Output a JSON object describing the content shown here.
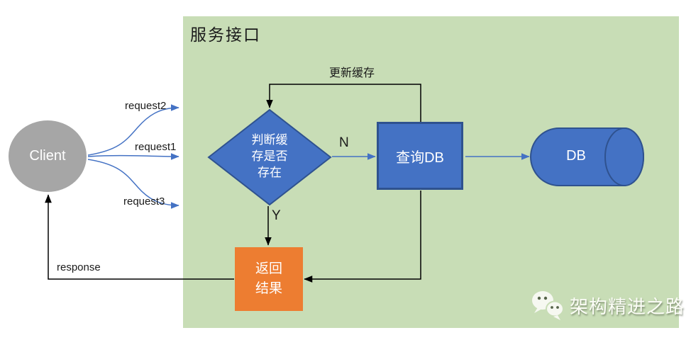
{
  "panel": {
    "title": "服务接口",
    "background": "#C8DDB6"
  },
  "client": {
    "label": "Client",
    "fill": "#A6A6A6",
    "text_color": "#FFFFFF"
  },
  "nodes": {
    "decision": {
      "label": "判断缓\n存是否\n存在",
      "fill": "#4472C4",
      "border": "#2F528F",
      "text_color": "#FFFFFF"
    },
    "query_db": {
      "label": "查询DB",
      "fill": "#4472C4",
      "border": "#2F528F",
      "text_color": "#FFFFFF"
    },
    "db": {
      "label": "DB",
      "fill": "#4472C4",
      "border": "#2F528F",
      "text_color": "#FFFFFF"
    },
    "return_result": {
      "label": "返回\n结果",
      "fill": "#ED7D31",
      "text_color": "#FFFFFF"
    }
  },
  "edge_labels": {
    "request1": "request1",
    "request2": "request2",
    "request3": "request3",
    "branch_no": "N",
    "branch_yes": "Y",
    "update_cache": "更新缓存",
    "response": "response"
  },
  "watermark": {
    "text": "架构精进之路",
    "icon": "wechat-icon"
  },
  "colors": {
    "arrow_blue": "#4472C4",
    "arrow_black": "#000000",
    "label_text": "#1a1a1a"
  }
}
